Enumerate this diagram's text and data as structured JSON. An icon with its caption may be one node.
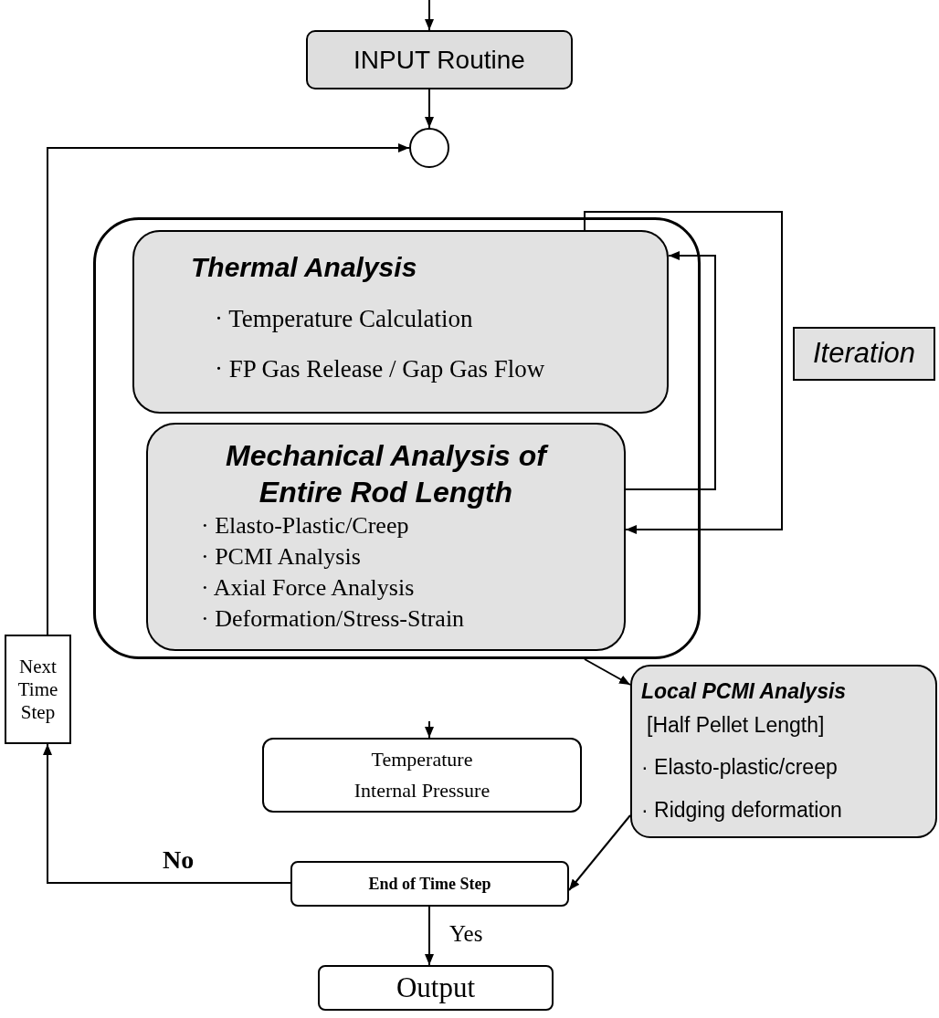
{
  "diagram": {
    "nodes": [
      {
        "text": [
          "INPUT Routine"
        ]
      },
      {
        "text": [],
        "shape": "circle"
      },
      {
        "text": [],
        "shape": "box"
      },
      {
        "text": [
          "Thermal Analysis",
          "· Temperature Calculation",
          "· FP Gas Release / Gap Gas Flow"
        ],
        "in": 2
      },
      {
        "text": [
          "Iteration"
        ]
      },
      {
        "text": [
          "Mechanical Analysis of Entire Rod Length",
          "· Elasto-Plastic/Creep",
          "· PCMI Analysis",
          "· Axial Force Analysis",
          "· Deformation/Stress-Strain"
        ],
        "in": 2
      },
      {
        "text": [
          "Local PCMI Analysis",
          "[Half Pellet Length]",
          "· Elasto-plastic/creep",
          "· Ridging deformation"
        ]
      },
      {
        "text": [
          "Temperature Internal Pressure"
        ]
      },
      {
        "text": [
          "End of Time Step"
        ]
      },
      {
        "text": [
          "Output"
        ]
      },
      {
        "text": [
          "Next Time Step"
        ]
      }
    ],
    "edges": [
      {
        "from": null,
        "to": 0,
        "arrow": "to"
      },
      {
        "from": 0,
        "to": 1,
        "arrow": "to"
      },
      {
        "from": 5,
        "to": 3,
        "arrow": "to"
      },
      {
        "from": 3,
        "to": 5,
        "arrow": "to"
      },
      {
        "from": 2,
        "to": 6,
        "arrow": "to"
      },
      {
        "from": null,
        "to": 7,
        "arrow": "to"
      },
      {
        "from": 6,
        "to": 8,
        "arrow": "to"
      },
      {
        "from": 8,
        "to": 9,
        "arrow": "to",
        "label": "Yes"
      },
      {
        "from": 8,
        "to": 10,
        "arrow": "to",
        "label": "No"
      },
      {
        "from": 10,
        "to": 1,
        "arrow": "to"
      }
    ]
  }
}
